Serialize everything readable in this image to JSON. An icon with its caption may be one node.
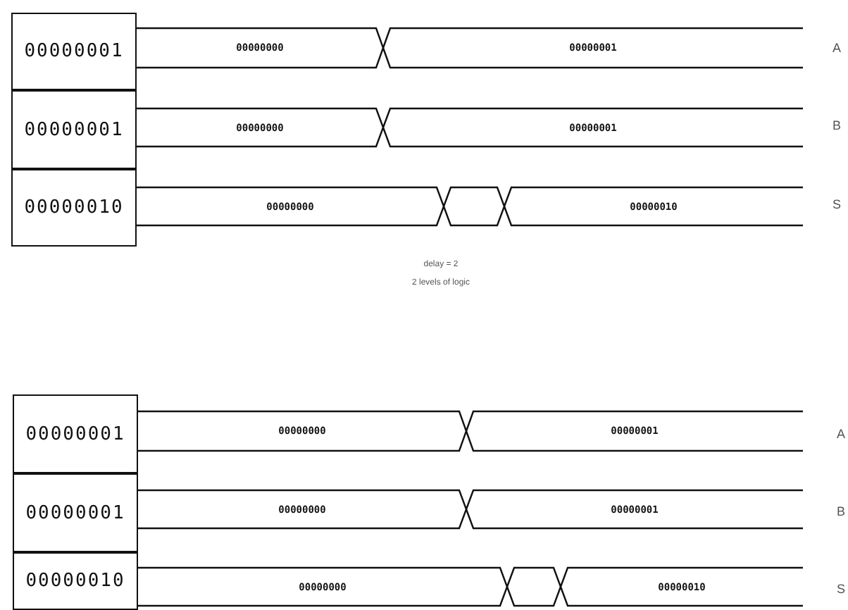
{
  "diagram": {
    "nodes": [
      {
        "text": [
          "00000001"
        ]
      },
      {
        "text": [
          "00000000"
        ]
      },
      {
        "text": [
          "00000001"
        ]
      },
      {
        "text": [
          "00000001"
        ]
      },
      {
        "text": [
          "00000000"
        ]
      },
      {
        "text": [
          "00000001"
        ]
      },
      {
        "text": [
          "00000010"
        ]
      },
      {
        "text": [
          "00000000"
        ]
      },
      {
        "text": [],
        "shape": "hexagon"
      },
      {
        "text": [
          "00000010"
        ]
      },
      {
        "text": [
          "00000001"
        ]
      },
      {
        "text": [
          "00000000"
        ]
      },
      {
        "text": [
          "00000001"
        ]
      },
      {
        "text": [
          "00000001"
        ]
      },
      {
        "text": [
          "00000000"
        ]
      },
      {
        "text": [
          "00000001"
        ]
      },
      {
        "text": [
          "00000010"
        ]
      },
      {
        "text": [
          "00000000"
        ]
      },
      {
        "text": [],
        "shape": "hexagon"
      },
      {
        "text": [
          "00000010"
        ]
      }
    ],
    "labels": [
      "A",
      "B",
      "S",
      "delay = 2",
      "2 levels of logic",
      "A",
      "B",
      "S"
    ]
  }
}
